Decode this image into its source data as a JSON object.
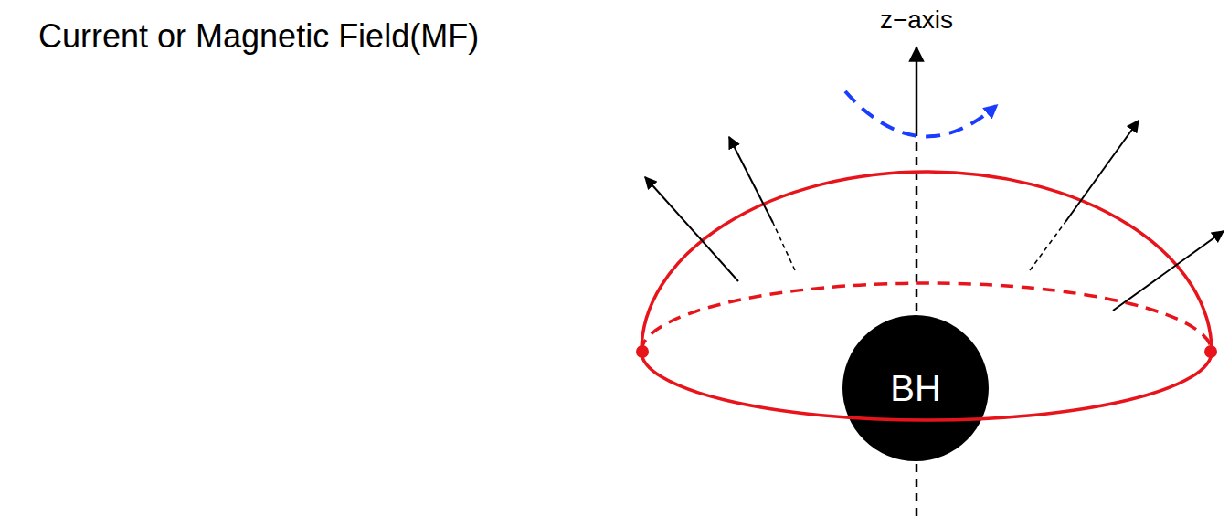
{
  "diagram": {
    "nodes": [
      {
        "text": [
          "BH"
        ]
      }
    ],
    "labels": [
      "z−axis",
      "Current or Magnetic Field(MF)"
    ]
  }
}
